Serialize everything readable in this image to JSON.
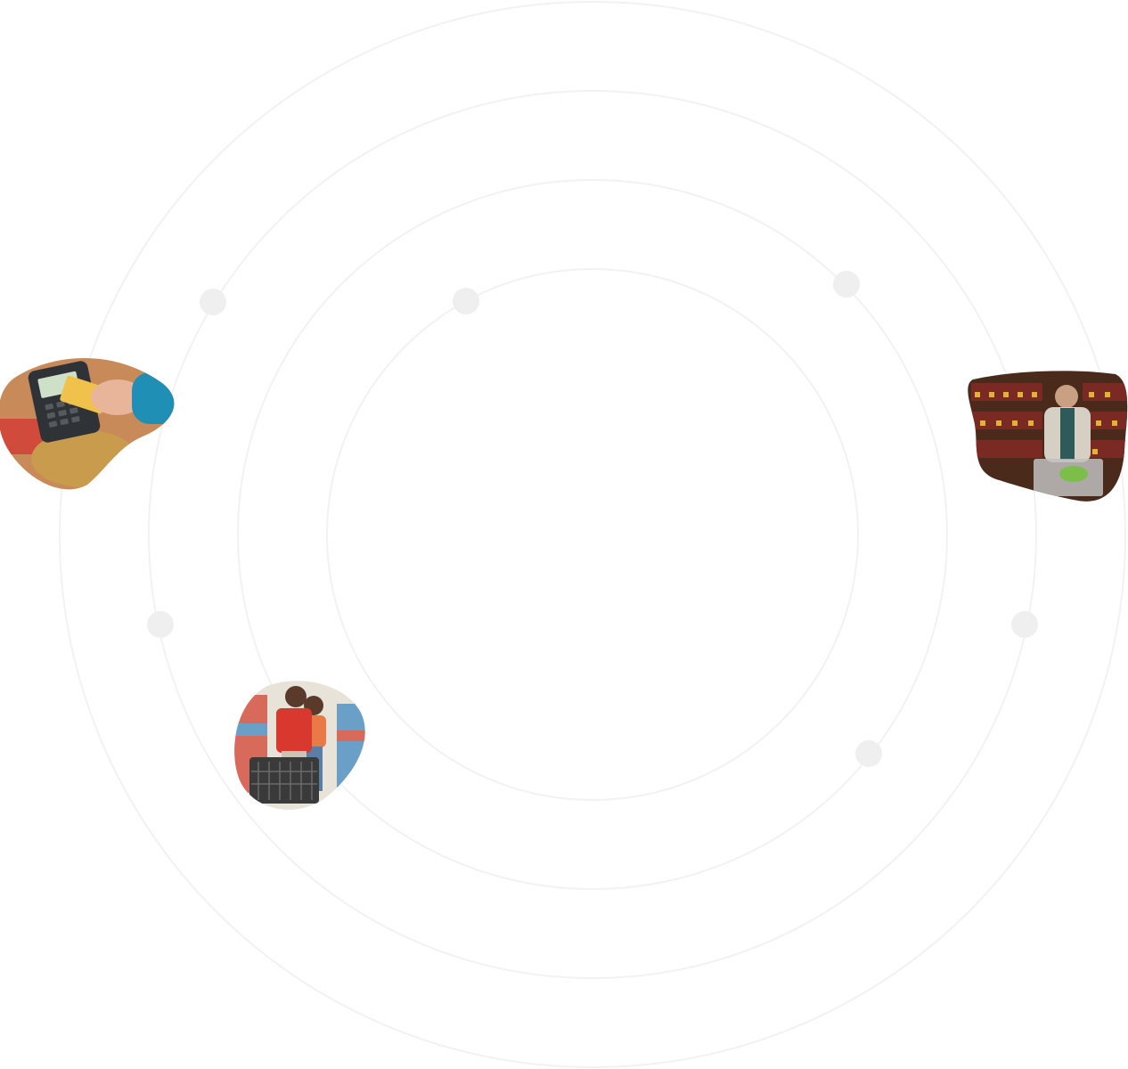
{
  "decoration": {
    "ring_color": "#f2f2f2",
    "dot_color": "#efefef"
  },
  "photos": [
    {
      "subject": "card-payment-terminal",
      "palette": {
        "bg": "#c98a5a",
        "terminal": "#2f3338",
        "screen": "#cfe0c8",
        "card": "#f0c24b",
        "sleeve": "#1f8fb5",
        "food": "#c99b4d",
        "tray": "#d04b3c"
      }
    },
    {
      "subject": "couple-shopping-cart-aisle",
      "palette": {
        "bg": "#e8e3d8",
        "shelf_a": "#d86a5c",
        "shelf_b": "#6aa0c7",
        "shirt": "#d8382e",
        "top": "#e97a45",
        "cart": "#3a3a3a",
        "skin": "#5a3a2a"
      }
    },
    {
      "subject": "man-choosing-wine",
      "palette": {
        "bg": "#4a2a1a",
        "bottles": "#7a2a22",
        "labels": "#e0b23a",
        "sweater": "#d6cfc3",
        "shirt": "#2f5a5a",
        "cart": "#bfbfbf",
        "greens": "#7bbf4a"
      }
    }
  ]
}
